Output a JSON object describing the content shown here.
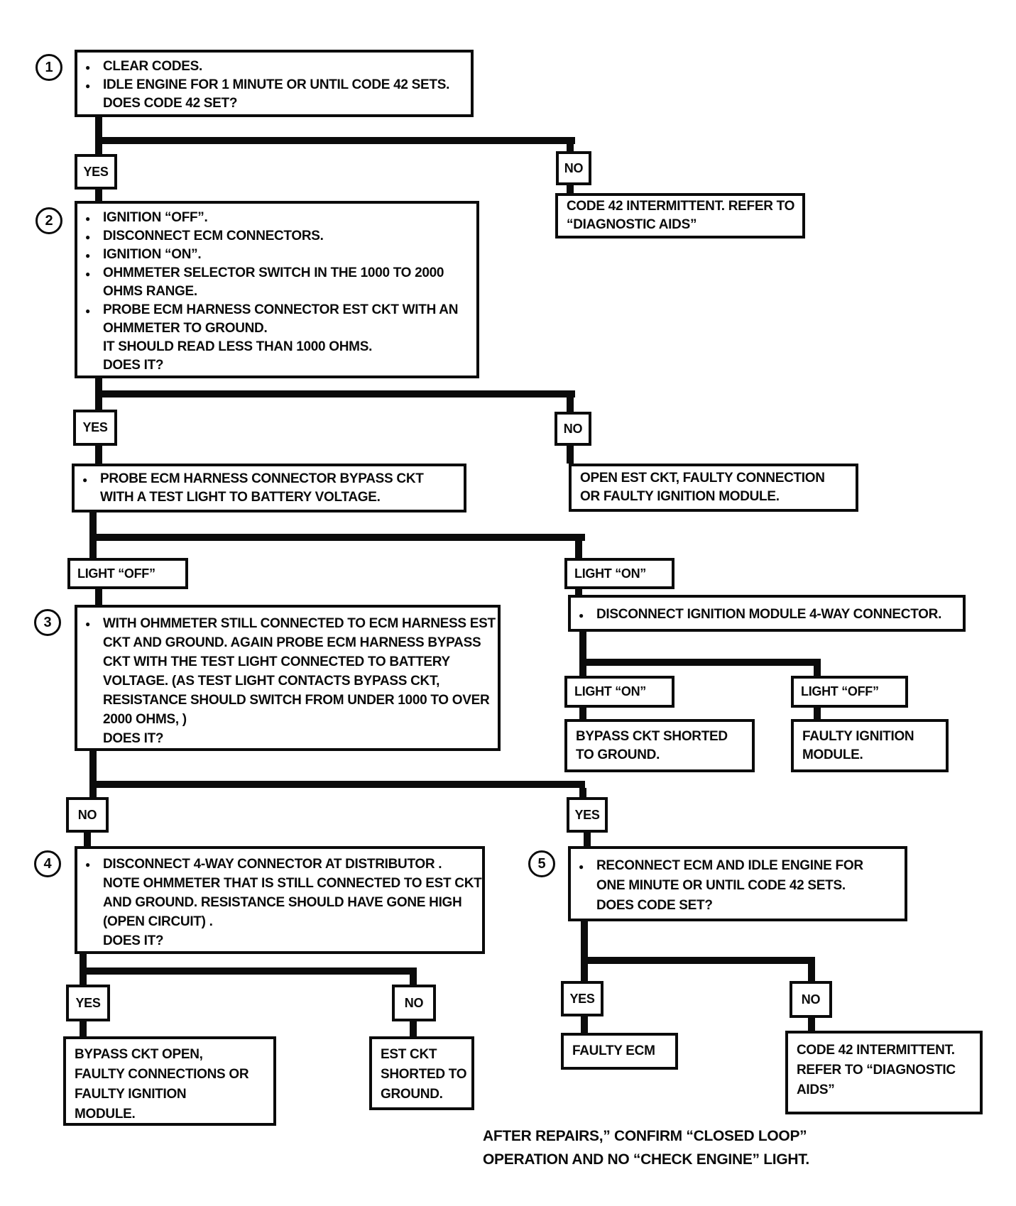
{
  "labels": {
    "yes": "YES",
    "no": "NO",
    "light_off": "LIGHT “OFF”",
    "light_on": "LIGHT “ON”"
  },
  "steps": {
    "s1": {
      "num": "1",
      "lines": [
        "CLEAR CODES.",
        "IDLE ENGINE FOR 1 MINUTE OR UNTIL CODE 42 SETS.",
        "DOES CODE 42 SET?"
      ]
    },
    "s2": {
      "num": "2",
      "lines": [
        "IGNITION “OFF”.",
        "DISCONNECT ECM CONNECTORS.",
        "IGNITION “ON”.",
        "OHMMETER SELECTOR SWITCH IN THE 1000 TO 2000",
        "OHMS RANGE.",
        "PROBE ECM HARNESS CONNECTOR EST CKT WITH AN",
        "OHMMETER TO GROUND.",
        "IT SHOULD READ LESS THAN 1000 OHMS.",
        "DOES IT?"
      ]
    },
    "s3": {
      "num": "3",
      "lines": [
        "WITH OHMMETER STILL CONNECTED TO ECM HARNESS EST",
        "CKT  AND GROUND.  AGAIN PROBE ECM HARNESS BYPASS",
        "CKT WITH THE TEST LIGHT CONNECTED TO BATTERY",
        "VOLTAGE.  (AS TEST LIGHT CONTACTS BYPASS CKT,",
        "RESISTANCE SHOULD SWITCH FROM UNDER 1000 TO OVER",
        "2000 OHMS, )",
        "DOES IT?"
      ]
    },
    "s4": {
      "num": "4",
      "lines": [
        "DISCONNECT 4-WAY CONNECTOR AT DISTRIBUTOR .",
        "NOTE OHMMETER THAT IS STILL CONNECTED TO EST CKT",
        "AND GROUND. RESISTANCE SHOULD HAVE GONE HIGH",
        "(OPEN CIRCUIT) .",
        "DOES IT?"
      ]
    },
    "s5": {
      "num": "5",
      "lines": [
        "RECONNECT ECM AND IDLE ENGINE FOR",
        "ONE MINUTE OR UNTIL CODE 42 SETS.",
        "DOES CODE SET?"
      ]
    }
  },
  "actions": {
    "probe_bypass": [
      "PROBE ECM HARNESS CONNECTOR BYPASS CKT",
      "WITH A TEST LIGHT TO BATTERY VOLTAGE."
    ],
    "disconnect_ignition_module": [
      "DISCONNECT IGNITION MODULE 4-WAY CONNECTOR."
    ]
  },
  "results": {
    "code42_intermittent_top": [
      "CODE 42 INTERMITTENT.  REFER TO",
      "“DIAGNOSTIC AIDS”"
    ],
    "open_est_ckt": [
      "OPEN EST CKT, FAULTY CONNECTION",
      "OR FAULTY IGNITION MODULE."
    ],
    "bypass_shorted": [
      "BYPASS CKT  SHORTED",
      "TO GROUND."
    ],
    "faulty_ignition_module": [
      "FAULTY IGNITION",
      "MODULE."
    ],
    "bypass_open": [
      "BYPASS CKT  OPEN,",
      "FAULTY CONNECTIONS OR",
      "FAULTY IGNITION",
      "MODULE."
    ],
    "est_shorted": [
      "EST CKT",
      "SHORTED TO",
      "GROUND."
    ],
    "faulty_ecm": [
      "FAULTY ECM"
    ],
    "code42_intermittent_bottom": [
      "CODE 42 INTERMITTENT.",
      "REFER TO “DIAGNOSTIC",
      "AIDS”"
    ]
  },
  "footer": [
    "AFTER REPAIRS,” CONFIRM “CLOSED LOOP”",
    "OPERATION AND NO “CHECK ENGINE” LIGHT."
  ]
}
